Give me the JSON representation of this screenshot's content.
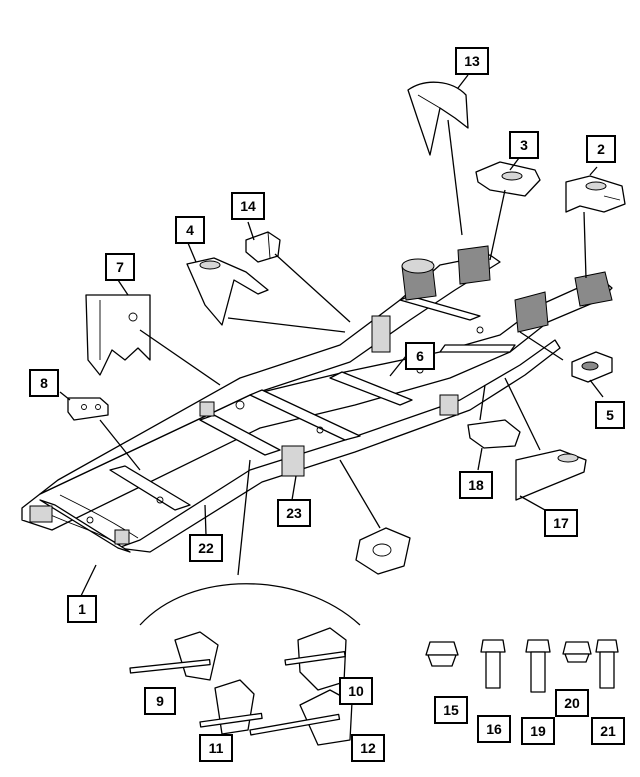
{
  "callouts": [
    {
      "id": "1",
      "label": "1"
    },
    {
      "id": "2",
      "label": "2"
    },
    {
      "id": "3",
      "label": "3"
    },
    {
      "id": "4",
      "label": "4"
    },
    {
      "id": "5",
      "label": "5"
    },
    {
      "id": "6",
      "label": "6"
    },
    {
      "id": "7",
      "label": "7"
    },
    {
      "id": "8",
      "label": "8"
    },
    {
      "id": "9",
      "label": "9"
    },
    {
      "id": "10",
      "label": "10"
    },
    {
      "id": "11",
      "label": "11"
    },
    {
      "id": "12",
      "label": "12"
    },
    {
      "id": "13",
      "label": "13"
    },
    {
      "id": "14",
      "label": "14"
    },
    {
      "id": "15",
      "label": "15"
    },
    {
      "id": "16",
      "label": "16"
    },
    {
      "id": "17",
      "label": "17"
    },
    {
      "id": "18",
      "label": "18"
    },
    {
      "id": "19",
      "label": "19"
    },
    {
      "id": "20",
      "label": "20"
    },
    {
      "id": "21",
      "label": "21"
    },
    {
      "id": "22",
      "label": "22"
    },
    {
      "id": "23",
      "label": "23"
    }
  ],
  "colors": {
    "line": "#000000",
    "background": "#ffffff",
    "shade": "#d6d6d6"
  }
}
